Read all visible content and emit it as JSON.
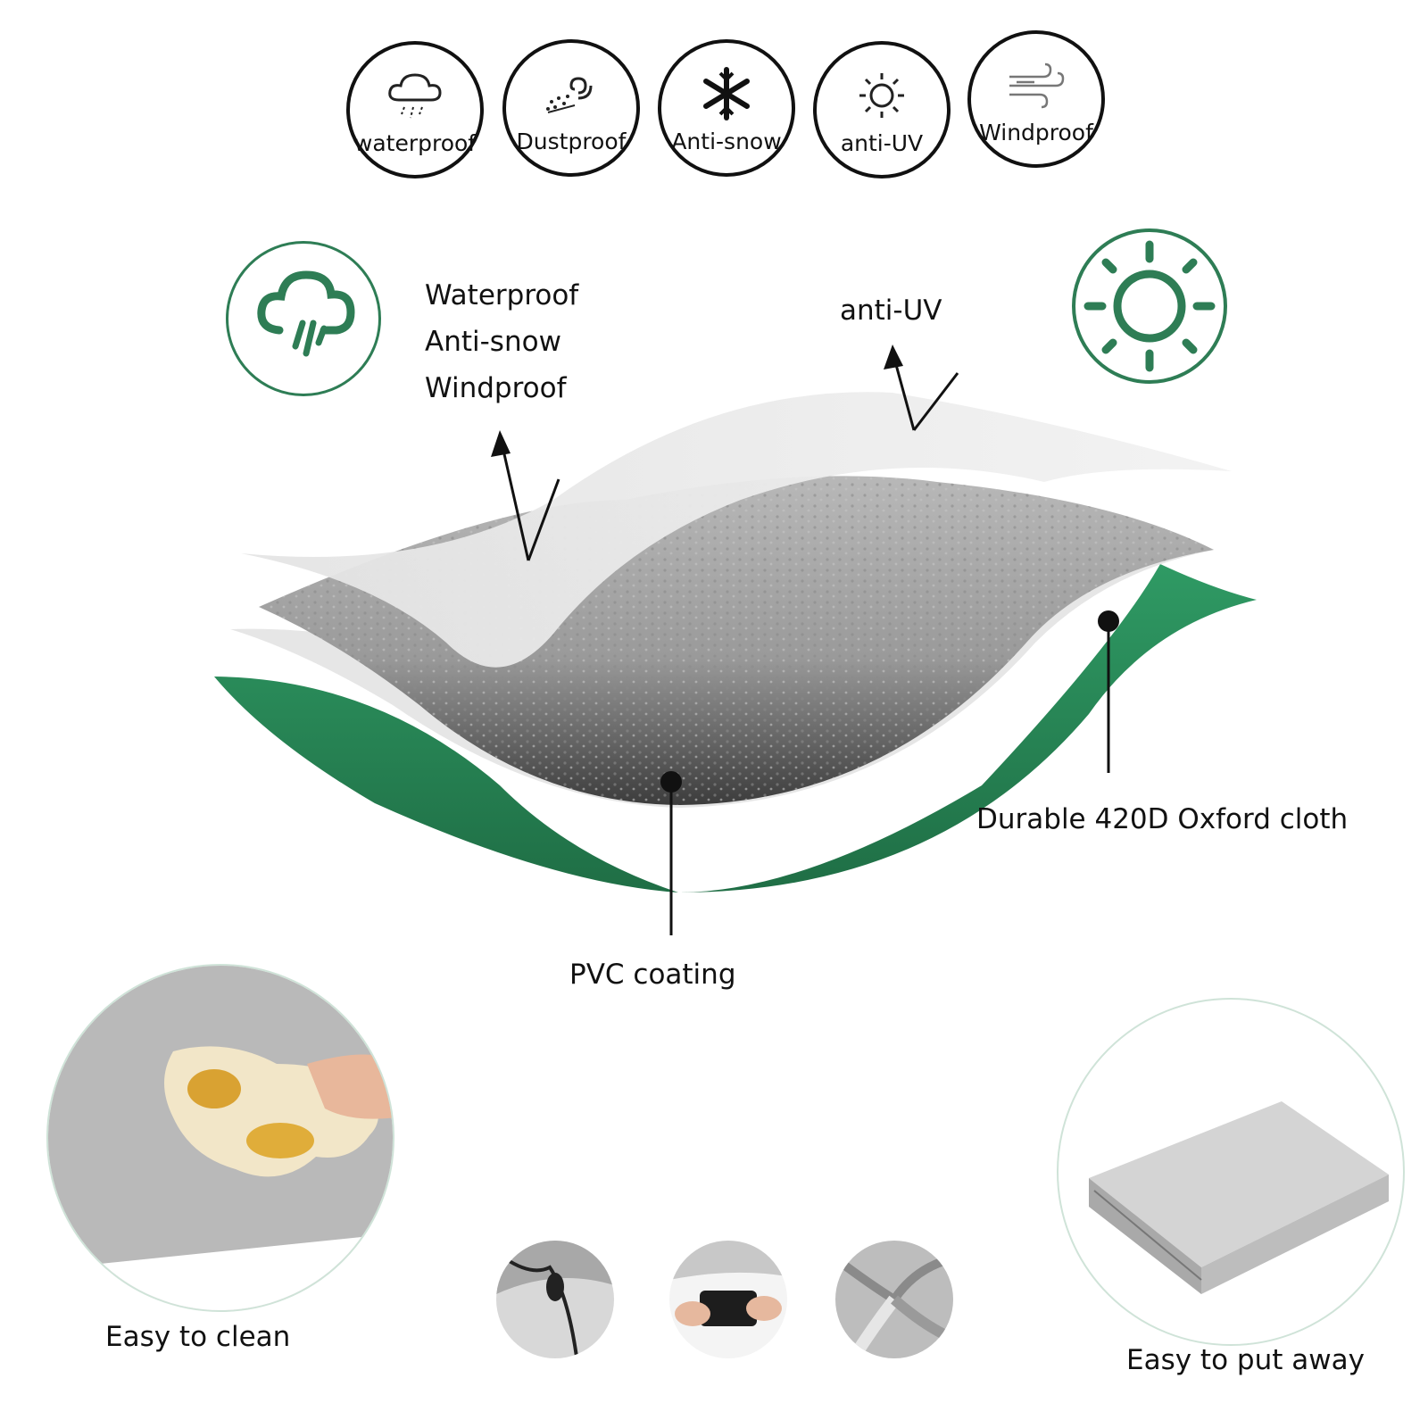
{
  "features": [
    {
      "icon": "rain-cloud-icon",
      "label": "waterproof"
    },
    {
      "icon": "dust-swirl-icon",
      "label": "Dustproof"
    },
    {
      "icon": "snowflake-icon",
      "label": "Anti-snow"
    },
    {
      "icon": "sun-icon",
      "label": "anti-UV"
    },
    {
      "icon": "wind-icon",
      "label": "Windproof"
    }
  ],
  "top_layer_properties": [
    "Waterproof",
    "Anti-snow",
    "Windproof"
  ],
  "uv_label": "anti-UV",
  "layers": {
    "oxford": "Durable 420D Oxford cloth",
    "pvc": "PVC coating"
  },
  "bottom": {
    "clean": "Easy to clean",
    "put_away": "Easy to put away"
  },
  "colors": {
    "green": "#2e8b5c",
    "icon_green": "#2e7d55",
    "silver": "#cfcfcf"
  }
}
